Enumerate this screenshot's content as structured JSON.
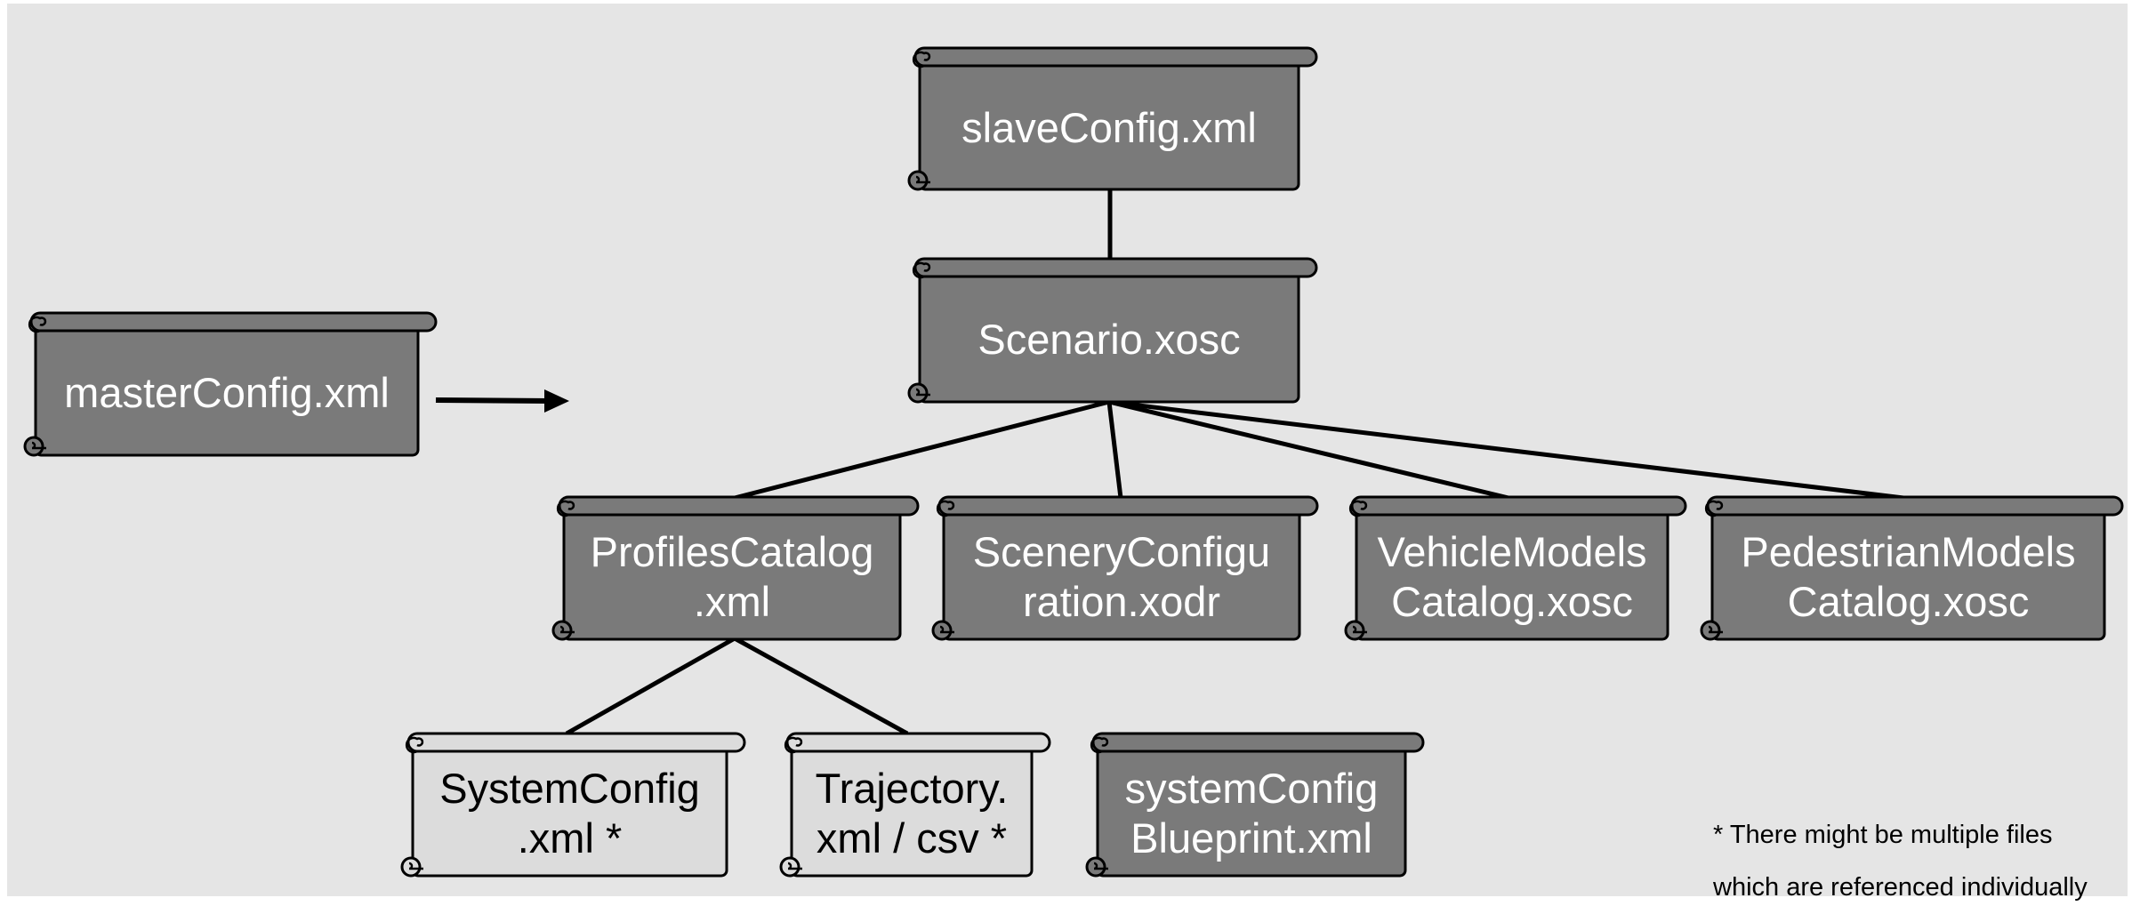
{
  "colors": {
    "background": "#e5e5e5",
    "dark_node": "#7a7a7a",
    "light_node": "#dcdcdc",
    "line": "#000000"
  },
  "nodes": {
    "slave_config": {
      "label": "slaveConfig.xml",
      "style": "dark"
    },
    "scenario": {
      "label": "Scenario.xosc",
      "style": "dark"
    },
    "master_config": {
      "label": "masterConfig.xml",
      "style": "dark"
    },
    "profiles_catalog": {
      "label": "ProfilesCatalog\n.xml",
      "style": "dark"
    },
    "scenery_configuration": {
      "label": "SceneryConfigu\nration.xodr",
      "style": "dark"
    },
    "vehicle_models_catalog": {
      "label": "VehicleModels\nCatalog.xosc",
      "style": "dark"
    },
    "pedestrian_models_catalog": {
      "label": "PedestrianModels\nCatalog.xosc",
      "style": "dark"
    },
    "system_config": {
      "label": "SystemConfig\n.xml *",
      "style": "light"
    },
    "trajectory": {
      "label": "Trajectory.\nxml / csv *",
      "style": "light"
    },
    "system_config_blueprint": {
      "label": "systemConfig\nBlueprint.xml",
      "style": "dark"
    }
  },
  "footnote": {
    "line1": "* There might be multiple files",
    "line2": "which are referenced individually"
  }
}
